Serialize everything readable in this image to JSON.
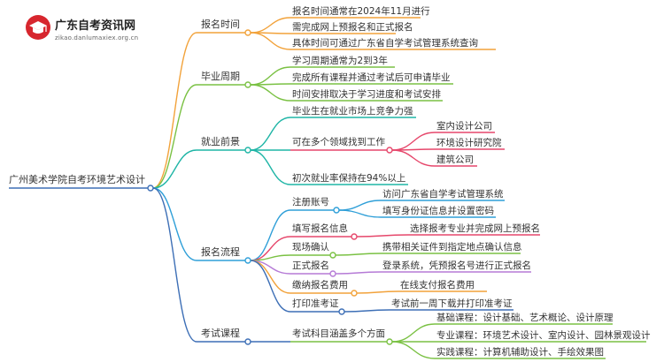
{
  "logo": {
    "title": "广东自考资讯网",
    "subtitle": "zikao.danlumaxiex.org.cn"
  },
  "colors": {
    "root": "#3d6fb6",
    "registration_time": "#f2a23a",
    "graduation_cycle": "#7ac143",
    "employment": "#1fb5a6",
    "process": "#2f9fd8",
    "courses": "#3d6fb6",
    "sub_employment": "#e6476b"
  },
  "mindmap": {
    "root": "广州美术学院自考环境艺术设计",
    "branches": [
      {
        "label": "报名时间",
        "children": [
          {
            "label": "报名时间通常在2024年11月进行"
          },
          {
            "label": "需完成网上预报名和正式报名"
          },
          {
            "label": "具体时间可通过广东省自学考试管理系统查询"
          }
        ]
      },
      {
        "label": "毕业周期",
        "children": [
          {
            "label": "学习周期通常为2到3年"
          },
          {
            "label": "完成所有课程并通过考试后可申请毕业"
          },
          {
            "label": "时间安排取决于学习进度和考试安排"
          }
        ]
      },
      {
        "label": "就业前景",
        "children": [
          {
            "label": "毕业生在就业市场上竞争力强"
          },
          {
            "label": "可在多个领域找到工作",
            "children": [
              {
                "label": "室内设计公司"
              },
              {
                "label": "环境设计研究院"
              },
              {
                "label": "建筑公司"
              }
            ]
          },
          {
            "label": "初次就业率保持在94%以上"
          }
        ]
      },
      {
        "label": "报名流程",
        "children": [
          {
            "label": "注册账号",
            "children": [
              {
                "label": "访问广东省自学考试管理系统"
              },
              {
                "label": "填写身份证信息并设置密码"
              }
            ]
          },
          {
            "label": "填写报名信息",
            "children": [
              {
                "label": "选择报考专业并完成网上预报名"
              }
            ]
          },
          {
            "label": "现场确认",
            "children": [
              {
                "label": "携带相关证件到指定地点确认信息"
              }
            ]
          },
          {
            "label": "正式报名",
            "children": [
              {
                "label": "登录系统，凭预报名号进行正式报名"
              }
            ]
          },
          {
            "label": "缴纳报名费用",
            "children": [
              {
                "label": "在线支付报名费用"
              }
            ]
          },
          {
            "label": "打印准考证",
            "children": [
              {
                "label": "考试前一周下载并打印准考证"
              }
            ]
          }
        ]
      },
      {
        "label": "考试课程",
        "children": [
          {
            "label": "考试科目涵盖多个方面",
            "children": [
              {
                "label": "基础课程：设计基础、艺术概论、设计原理"
              },
              {
                "label": "专业课程：环境艺术设计、室内设计、园林景观设计"
              },
              {
                "label": "实践课程：计算机辅助设计、手绘效果图"
              }
            ]
          }
        ]
      }
    ]
  }
}
